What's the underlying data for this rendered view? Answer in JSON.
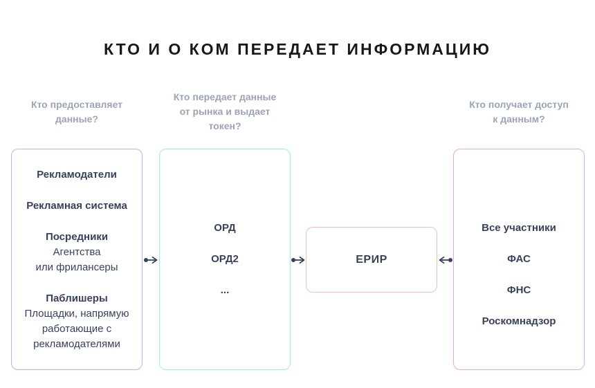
{
  "title": "КТО И О КОМ ПЕРЕДАЕТ ИНФОРМАЦИЮ",
  "headers": {
    "providers": "Кто предоставляет\nданные?",
    "token_issuer": "Кто передает данные\nот рынка и выдает\nтокен?",
    "access": "Кто получает доступ\nк данным?"
  },
  "providers_box": {
    "items": [
      {
        "title": "Рекламодатели"
      },
      {
        "title": "Рекламная система"
      },
      {
        "title": "Посредники",
        "subtitle": "Агентства\nили фрилансеры"
      },
      {
        "title": "Паблишеры",
        "subtitle": "Площадки, напрямую\nработающие с\nрекламодателями"
      }
    ]
  },
  "ord_box": {
    "items": [
      "ОРД",
      "ОРД2",
      "..."
    ]
  },
  "erir_box": {
    "label": "ЕРИР"
  },
  "access_box": {
    "items": [
      "Все участники",
      "ФАС",
      "ФНС",
      "Роскомнадзор"
    ]
  },
  "colors": {
    "title_text": "#17181c",
    "header_text": "#9aa4b4",
    "body_text": "#36425c",
    "providers_border": "#a6bdf2",
    "ord_border": "#9becf0",
    "erir_border": "#f5bfb0",
    "access_border": "#dfa8f2",
    "connector": "#33415c",
    "canvas_bg": "#ffffff"
  }
}
